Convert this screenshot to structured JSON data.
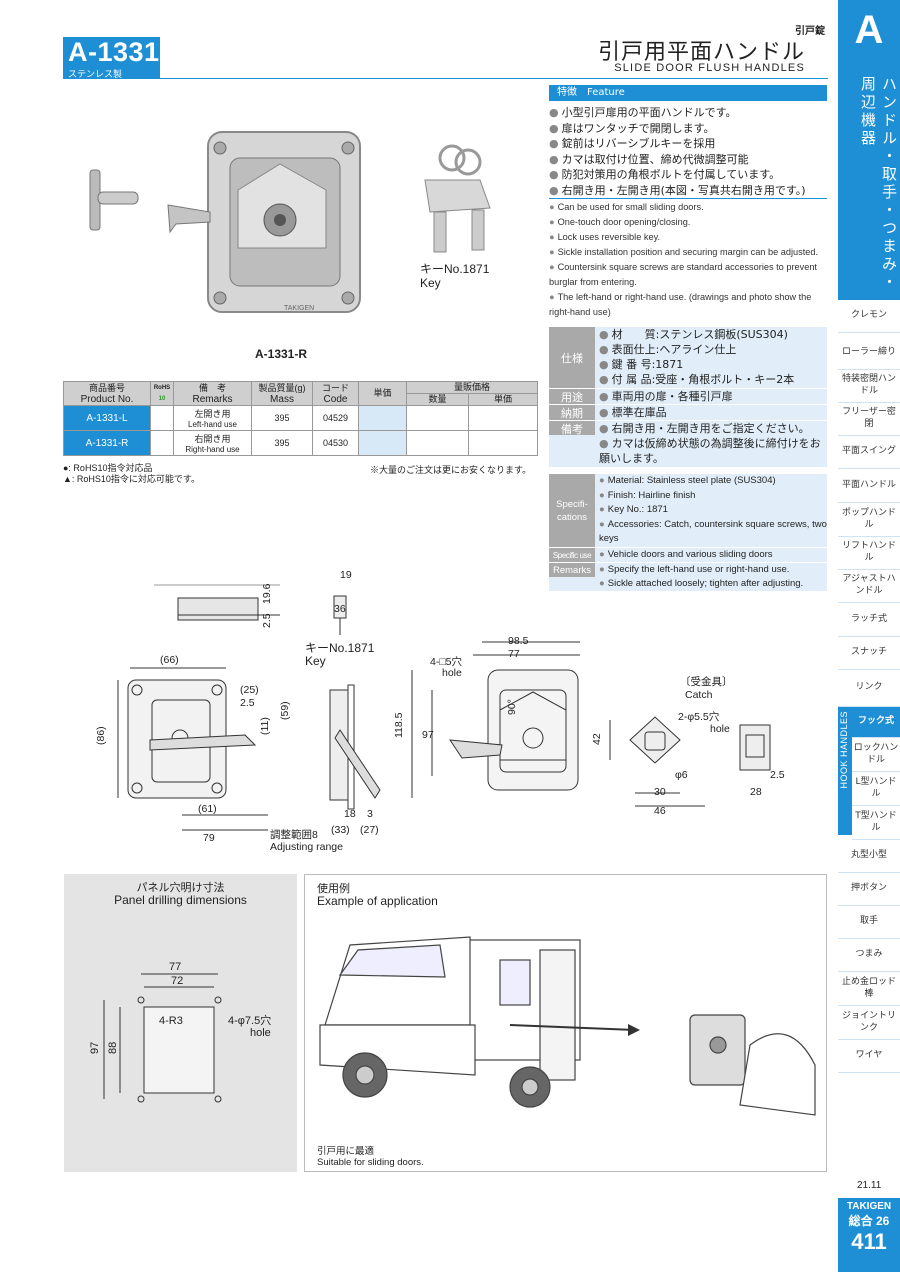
{
  "header": {
    "code": "A-1331",
    "material": "ステンレス製",
    "category_small": "引戸錠",
    "title_jp": "引戸用平面ハンドル",
    "title_en": "SLIDE DOOR FLUSH HANDLES"
  },
  "tab": {
    "letter": "A",
    "vertical": "ハンドル・取手・つまみ・周辺機器"
  },
  "side_nav": [
    "クレモン",
    "ローラー締り",
    "特装密閉ハンドル",
    "フリーザー密閉",
    "平面スイング",
    "平面ハンドル",
    "ポップハンドル",
    "リフトハンドル",
    "アジャストハンドル",
    "ラッチ式",
    "スナッチ",
    "リンク",
    "フック式",
    "ロックハンドル",
    "L型ハンドル",
    "T型ハンドル",
    "丸型小型",
    "押ボタン",
    "取手",
    "つまみ",
    "止め金ロッド棒",
    "ジョイントリンク",
    "ワイヤ"
  ],
  "hook_band": "HOOK HANDLES",
  "feature": {
    "bar_jp": "特徴",
    "bar_en": "Feature",
    "jp": [
      "小型引戸扉用の平面ハンドルです。",
      "扉はワンタッチで開閉します。",
      "錠前はリバーシブルキーを採用",
      "カマは取付け位置、締め代微調整可能",
      "防犯対策用の角根ボルトを付属しています。",
      "右開き用・左開き用(本図・写真共右開き用です。)"
    ],
    "en": [
      "Can be used for small sliding doors.",
      "One-touch door opening/closing.",
      "Lock uses reversible key.",
      "Sickle installation position and securing margin can be adjusted.",
      "Countersink square screws are standard accessories to prevent burglar from entering.",
      "The left-hand or right-hand use. (drawings and photo show the right-hand use)"
    ]
  },
  "spec_jp": {
    "label1": "仕様",
    "items1": [
      "材　　質:ステンレス鋼板(SUS304)",
      "表面仕上:ヘアライン仕上",
      "鍵 番 号:1871",
      "付 属 品:受座・角根ボルト・キー2本"
    ],
    "label2": "用途",
    "item2": "車両用の扉・各種引戸扉",
    "label3": "納期",
    "item3": "標準在庫品",
    "label4": "備考",
    "items4": [
      "右開き用・左開き用をご指定ください。",
      "カマは仮締め状態の為調整後に締付けをお願いします。"
    ]
  },
  "spec_en": {
    "label1": "Specifi-cations",
    "items1": [
      "Material: Stainless steel plate (SUS304)",
      "Finish: Hairline finish",
      "Key No.: 1871",
      "Accessories: Catch, countersink square screws, two keys"
    ],
    "label2": "Specific use",
    "item2": "Vehicle doors and various sliding doors",
    "label3": "Remarks",
    "items3": [
      "Specify the left-hand use or right-hand use.",
      "Sickle attached loosely; tighten after adjusting."
    ]
  },
  "photo": {
    "caption": "A-1331-R",
    "key_label_jp": "キーNo.1871",
    "key_label_en": "Key"
  },
  "table": {
    "headers": {
      "pn_jp": "商品番号",
      "pn_en": "Product No.",
      "rohs": "RoHS",
      "rohs_sub": "10",
      "remarks_jp": "備　考",
      "remarks_en": "Remarks",
      "mass_jp": "製品質量(g)",
      "mass_en": "Mass",
      "code_jp": "コード",
      "code_en": "Code",
      "price": "単価",
      "bulk": "量販価格",
      "qty": "数量",
      "unit": "単価"
    },
    "rows": [
      {
        "pn": "A-1331-L",
        "rem_jp": "左開き用",
        "rem_en": "Left-hand use",
        "mass": "395",
        "code": "04529"
      },
      {
        "pn": "A-1331-R",
        "rem_jp": "右開き用",
        "rem_en": "Right-hand use",
        "mass": "395",
        "code": "04530"
      }
    ]
  },
  "notes": {
    "n1": "●: RoHS10指令対応品",
    "n2": "▲: RoHS10指令に対応可能です。",
    "n3": "※大量のご注文は更にお安くなります。"
  },
  "drawing": {
    "dims": [
      "19",
      "36",
      "19.6",
      "2.5",
      "(66)",
      "(25)",
      "2.5",
      "(11)",
      "(59)",
      "(86)",
      "(61)",
      "79",
      "調整範囲8",
      "Adjusting range",
      "18",
      "3",
      "(33)",
      "(27)",
      "98.5",
      "4-□5穴",
      "hole",
      "77",
      "90°",
      "118.5",
      "97",
      "〔受金具〕",
      "Catch",
      "2-φ5.5穴",
      "hole",
      "42",
      "φ6",
      "30",
      "46",
      "2.5",
      "28"
    ],
    "key_jp": "キーNo.1871",
    "key_en": "Key"
  },
  "panel": {
    "title_jp": "パネル穴明け寸法",
    "title_en": "Panel drilling dimensions",
    "d77": "77",
    "d72": "72",
    "r": "4-R3",
    "hole": "4-φ7.5穴",
    "hole_en": "hole",
    "d97": "97",
    "d88": "88"
  },
  "application": {
    "title_jp": "使用例",
    "title_en": "Example of application",
    "cap_jp": "引戸用に最適",
    "cap_en": "Suitable for sliding doors."
  },
  "footer": {
    "date": "21.11",
    "brand": "TAKIGEN",
    "sogo": "総合",
    "sogo_num": "26",
    "page": "411"
  }
}
